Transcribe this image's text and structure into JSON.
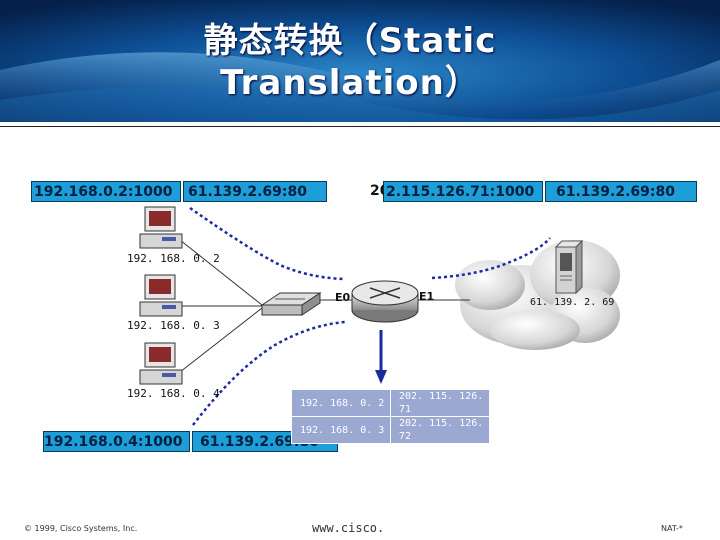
{
  "slide": {
    "title": "静态转换（Static Translation）",
    "footer_copyright": "© 1999, Cisco Systems, Inc.",
    "footer_site": "www.cisco.",
    "footer_page": "NAT-*"
  },
  "colors": {
    "header_bg": "#0b3a78",
    "tag_bg": "#1e9ed8",
    "table_bg": "#9aa8d2",
    "dotted_line": "#1a2aa0"
  },
  "address_tags": {
    "top_left_inside": "192.168.0.2:1000",
    "top_left_global": "61.139.2.69:80",
    "top_right_inside": "202.115.126.71:1000",
    "top_right_global": "61.139.2.69:80",
    "bottom_inside": "192.168.0.4:1000",
    "bottom_global": "61.139.2.69:80"
  },
  "hosts": [
    {
      "label": "192. 168. 0. 2",
      "icon": "computer-icon"
    },
    {
      "label": "192. 168. 0. 3",
      "icon": "computer-icon"
    },
    {
      "label": "192. 168. 0. 4",
      "icon": "computer-icon"
    }
  ],
  "router": {
    "icon": "router-icon",
    "inside_iface": "E0",
    "outside_iface": "E1"
  },
  "switch": {
    "icon": "switch-icon"
  },
  "server": {
    "label": "61. 139. 2. 69",
    "icon": "server-icon"
  },
  "nat_table": [
    [
      "192. 168. 0. 2",
      "202. 115. 126. 71"
    ],
    [
      "192. 168. 0. 3",
      "202. 115. 126. 72"
    ]
  ]
}
